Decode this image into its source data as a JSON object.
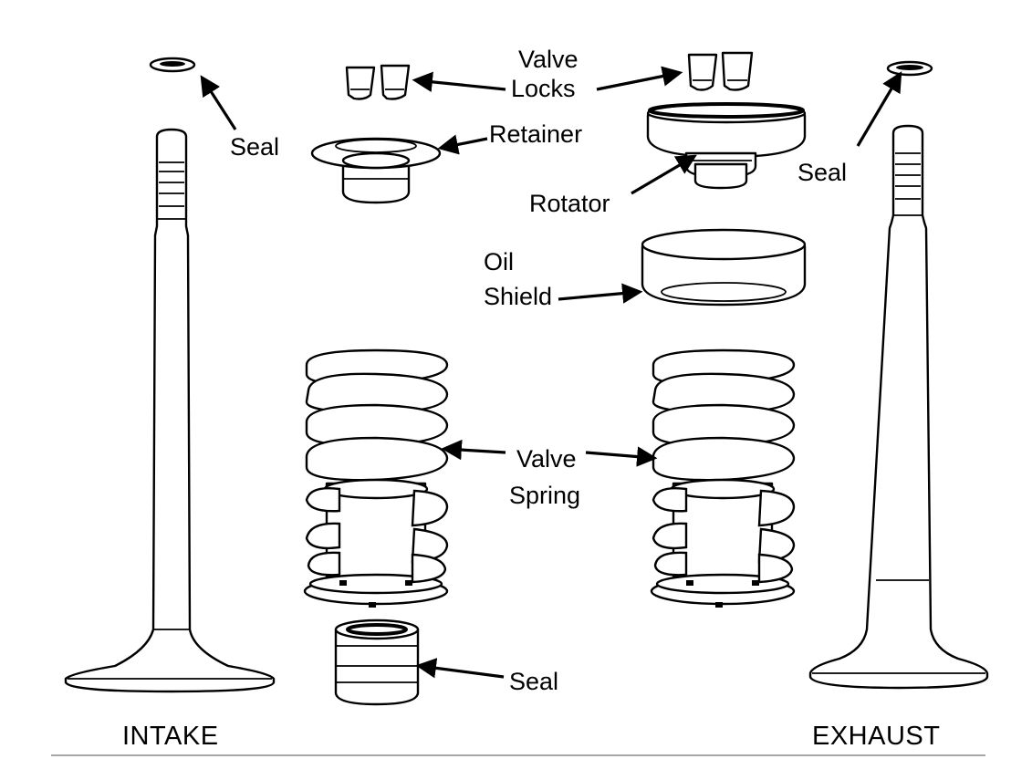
{
  "labels": {
    "valve_locks_line1": "Valve",
    "valve_locks_line2": "Locks",
    "retainer": "Retainer",
    "rotator": "Rotator",
    "seal_intake_top": "Seal",
    "seal_exhaust_top": "Seal",
    "oil_shield_line1": "Oil",
    "oil_shield_line2": "Shield",
    "valve_spring_line1": "Valve",
    "valve_spring_line2": "Spring",
    "seal_bottom": "Seal",
    "intake": "INTAKE",
    "exhaust": "EXHAUST"
  },
  "colors": {
    "ink": "#000000",
    "paper": "#ffffff"
  }
}
